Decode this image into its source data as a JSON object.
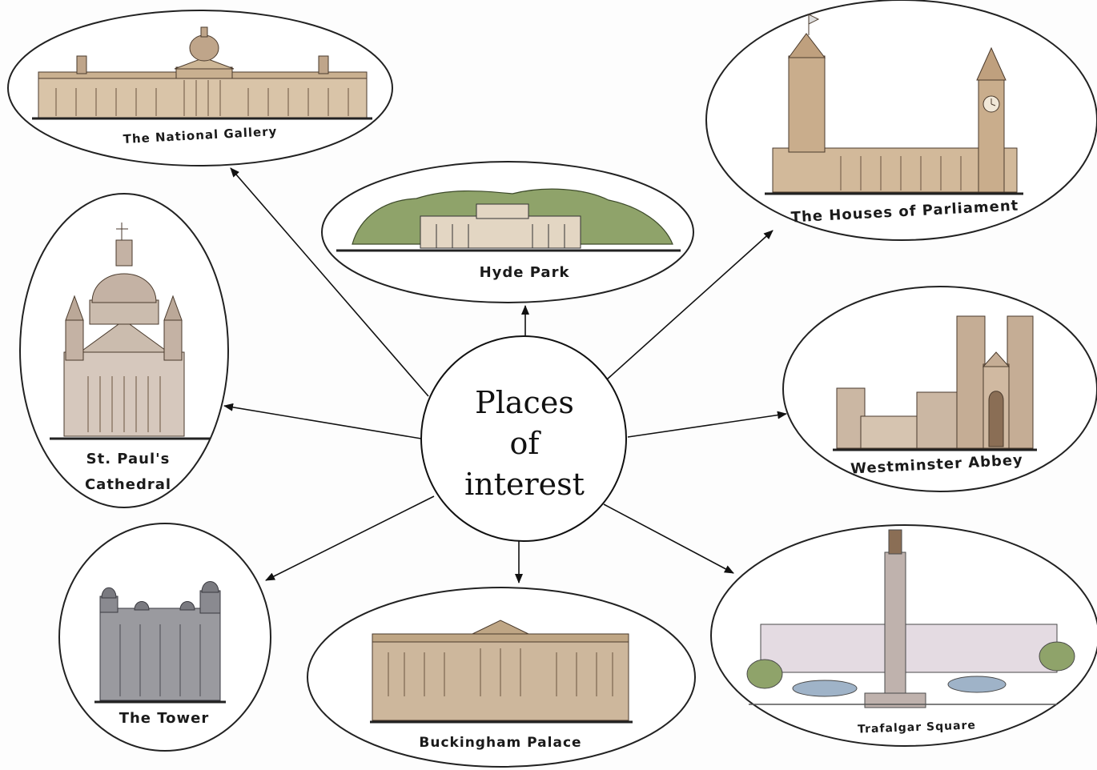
{
  "center": {
    "line1": "Places",
    "line2": "of",
    "line3": "interest"
  },
  "places": {
    "national_gallery": "The National Gallery",
    "hyde_park": "Hyde Park",
    "houses_of_parliament": "The Houses of Parliament",
    "st_pauls_line1": "St. Paul's",
    "st_pauls_line2": "Cathedral",
    "westminster_abbey": "Westminster Abbey",
    "the_tower": "The Tower",
    "buckingham_palace": "Buckingham Palace",
    "trafalgar_square": "Trafalgar Square"
  },
  "colors": {
    "stone": "#d9c4a8",
    "shadow": "#8a6e55",
    "ink": "#222222",
    "tree": "#8fa36a",
    "grey_stone": "#9a9a9f"
  }
}
